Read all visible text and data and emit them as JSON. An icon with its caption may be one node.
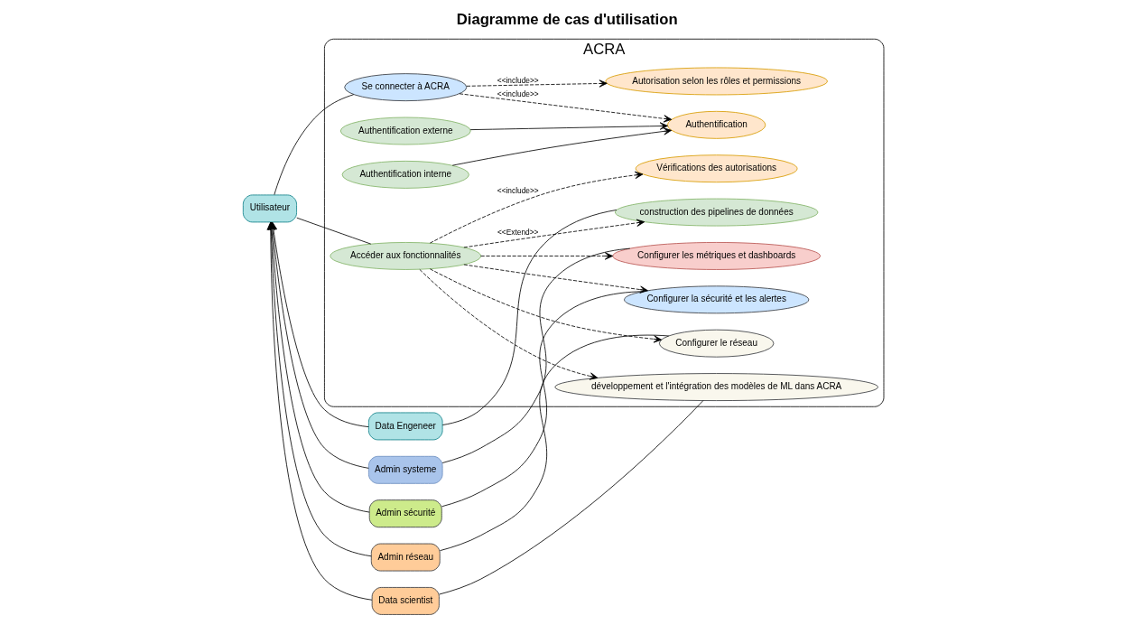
{
  "diagram": {
    "title": "Diagramme de cas d'utilisation",
    "nodes": [
      {
        "text": [
          "Utilisateur"
        ]
      },
      {
        "text": [
          "Data Engeneer"
        ]
      },
      {
        "text": [
          "Admin systeme"
        ]
      },
      {
        "text": [
          "Admin sécurité"
        ]
      },
      {
        "text": [
          "Admin réseau"
        ]
      },
      {
        "text": [
          "Data scientist"
        ]
      },
      {
        "text": [
          "ACRA"
        ]
      },
      {
        "text": [
          "Se connecter à ACRA"
        ],
        "in": 6
      },
      {
        "text": [
          "Authentification"
        ],
        "in": 6
      },
      {
        "text": [
          "Autorisation selon les rôles et permissions"
        ],
        "in": 6
      },
      {
        "text": [
          "Accéder aux fonctionnalités"
        ],
        "in": 6
      },
      {
        "text": [
          "Authentification interne"
        ],
        "in": 6
      },
      {
        "text": [
          "Authentification externe"
        ],
        "in": 6
      },
      {
        "text": [
          "Vérifications des autorisations"
        ],
        "in": 6
      },
      {
        "text": [
          "construction des pipelines de données"
        ],
        "in": 6
      },
      {
        "text": [
          "Configurer les métriques et dashboards"
        ],
        "in": 6
      },
      {
        "text": [
          "Configurer la sécurité et les alertes"
        ],
        "in": 6
      },
      {
        "text": [
          "Configurer le réseau"
        ],
        "in": 6
      },
      {
        "text": [
          "développement et l'intégration des modèles de ML dans ACRA"
        ],
        "in": 6
      }
    ],
    "edges": [
      {
        "from": 0,
        "to": 7,
        "arrow": "none"
      },
      {
        "from": 0,
        "to": 10,
        "arrow": "none"
      },
      {
        "from": 1,
        "to": 0,
        "arrow": "to"
      },
      {
        "from": 2,
        "to": 0,
        "arrow": "to"
      },
      {
        "from": 3,
        "to": 0,
        "arrow": "to"
      },
      {
        "from": 4,
        "to": 0,
        "arrow": "to"
      },
      {
        "from": 5,
        "to": 0,
        "arrow": "to"
      },
      {
        "from": 7,
        "to": 8,
        "arrow": "to",
        "label": "<<include>>",
        "style": "dashed"
      },
      {
        "from": 7,
        "to": 9,
        "arrow": "to",
        "label": "<<include>>",
        "style": "dashed"
      },
      {
        "from": 10,
        "to": 13,
        "arrow": "to",
        "label": "<<include>>",
        "style": "dashed"
      },
      {
        "from": 11,
        "to": 8,
        "arrow": "to"
      },
      {
        "from": 12,
        "to": 8,
        "arrow": "to"
      },
      {
        "from": 1,
        "to": 14,
        "arrow": "none"
      },
      {
        "from": 2,
        "to": 15,
        "arrow": "none"
      },
      {
        "from": 3,
        "to": 16,
        "arrow": "none"
      },
      {
        "from": 4,
        "to": 17,
        "arrow": "none"
      },
      {
        "from": 5,
        "to": 18,
        "arrow": "none"
      },
      {
        "from": 10,
        "to": 14,
        "arrow": "to",
        "label": "<<Extend>>",
        "style": "dashed"
      },
      {
        "from": 10,
        "to": 15,
        "arrow": "to",
        "style": "dashed"
      },
      {
        "from": 10,
        "to": 16,
        "arrow": "to",
        "style": "dashed"
      },
      {
        "from": 10,
        "to": 17,
        "arrow": "to",
        "style": "dashed"
      },
      {
        "from": 10,
        "to": 18,
        "arrow": "to",
        "style": "dashed"
      }
    ]
  }
}
